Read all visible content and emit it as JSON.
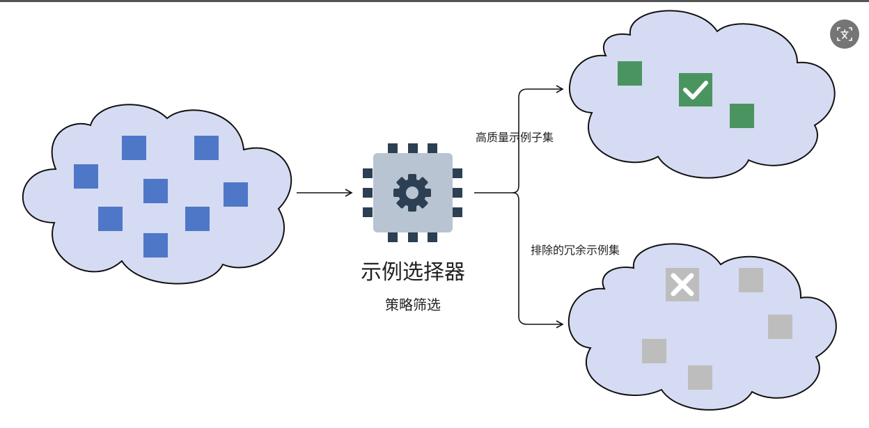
{
  "selector": {
    "title": "示例选择器",
    "subtitle": "策略筛选"
  },
  "branches": {
    "top_label": "高质量示例子集",
    "bottom_label": "排除的冗余示例集"
  },
  "sets": {
    "input_items": 8,
    "selected_items": 3,
    "excluded_items": 5
  },
  "colors": {
    "cloud_fill": "#d5dbf2",
    "input_item": "#4f77c8",
    "selected_item": "#4a9460",
    "excluded_item": "#bdbdbd",
    "chip_body": "#b8c4d2",
    "chip_dark": "#2d3f52"
  },
  "icons": {
    "selector": "processor-gear-icon",
    "selected": "check-icon",
    "excluded": "x-icon",
    "toolbar": "translate-icon"
  }
}
